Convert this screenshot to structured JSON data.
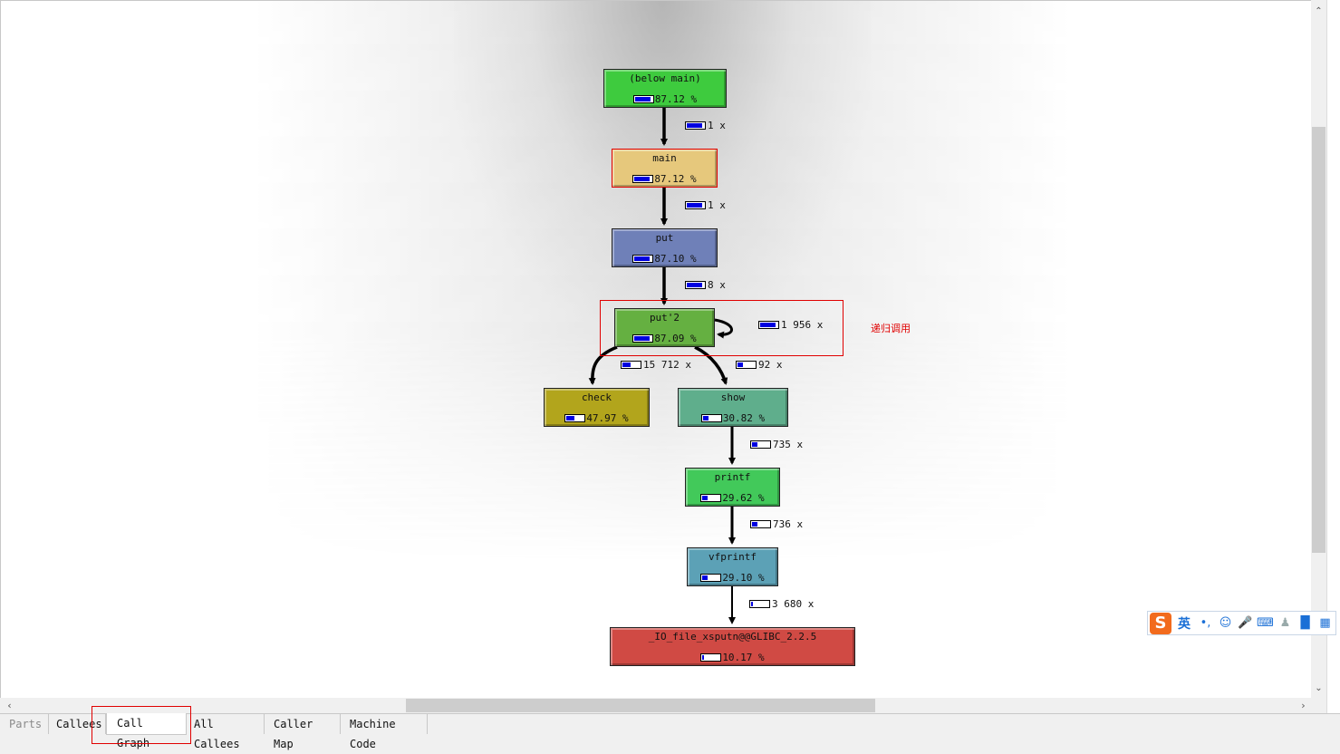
{
  "graph": {
    "nodes": [
      {
        "id": "below_main",
        "name": "(below main)",
        "cost": "87.12 %",
        "fraction": 0.8712,
        "color": "#3ecb3e"
      },
      {
        "id": "main",
        "name": "main",
        "cost": "87.12 %",
        "fraction": 0.8712,
        "color": "#e6c87c"
      },
      {
        "id": "put",
        "name": "put",
        "cost": "87.10 %",
        "fraction": 0.871,
        "color": "#6f80b8"
      },
      {
        "id": "put2",
        "name": "put'2",
        "cost": "87.09 %",
        "fraction": 0.8709,
        "color": "#65b041"
      },
      {
        "id": "check",
        "name": "check",
        "cost": "47.97 %",
        "fraction": 0.4797,
        "color": "#b2a51c"
      },
      {
        "id": "show",
        "name": "show",
        "cost": "30.82 %",
        "fraction": 0.3082,
        "color": "#5fae8c"
      },
      {
        "id": "printf",
        "name": "printf",
        "cost": "29.62 %",
        "fraction": 0.2962,
        "color": "#42c95a"
      },
      {
        "id": "vfprintf",
        "name": "vfprintf",
        "cost": "29.10 %",
        "fraction": 0.291,
        "color": "#5ca1b6"
      },
      {
        "id": "xsputn",
        "name": "_IO_file_xsputn@@GLIBC_2.2.5",
        "cost": "10.17 %",
        "fraction": 0.1017,
        "color": "#d04a44"
      }
    ],
    "edges": [
      {
        "id": "e1",
        "calls": "1 x",
        "fraction": 0.8712
      },
      {
        "id": "e2",
        "calls": "1 x",
        "fraction": 0.8712
      },
      {
        "id": "e3",
        "calls": "8 x",
        "fraction": 0.871
      },
      {
        "id": "e_self",
        "calls": "1 956 x",
        "fraction": 0.87
      },
      {
        "id": "e_check",
        "calls": "15 712 x",
        "fraction": 0.4797
      },
      {
        "id": "e_show",
        "calls": "92 x",
        "fraction": 0.3082
      },
      {
        "id": "e_printf",
        "calls": "735 x",
        "fraction": 0.2962
      },
      {
        "id": "e_vfprintf",
        "calls": "736 x",
        "fraction": 0.291
      },
      {
        "id": "e_xsputn",
        "calls": "3 680 x",
        "fraction": 0.1017
      }
    ],
    "annotation": "递归调用"
  },
  "tabs": [
    {
      "label": "Parts",
      "disabled": true
    },
    {
      "label": "Callees"
    },
    {
      "label": "Call Graph",
      "active": true
    },
    {
      "label": "All Callees"
    },
    {
      "label": "Caller Map"
    },
    {
      "label": "Machine Code"
    }
  ],
  "ime": {
    "logo": "S",
    "lang": "英",
    "icons": [
      "punctuation-icon",
      "emoji-icon",
      "microphone-icon",
      "keyboard-icon",
      "user-icon",
      "skin-icon",
      "menu-grid-icon"
    ]
  }
}
